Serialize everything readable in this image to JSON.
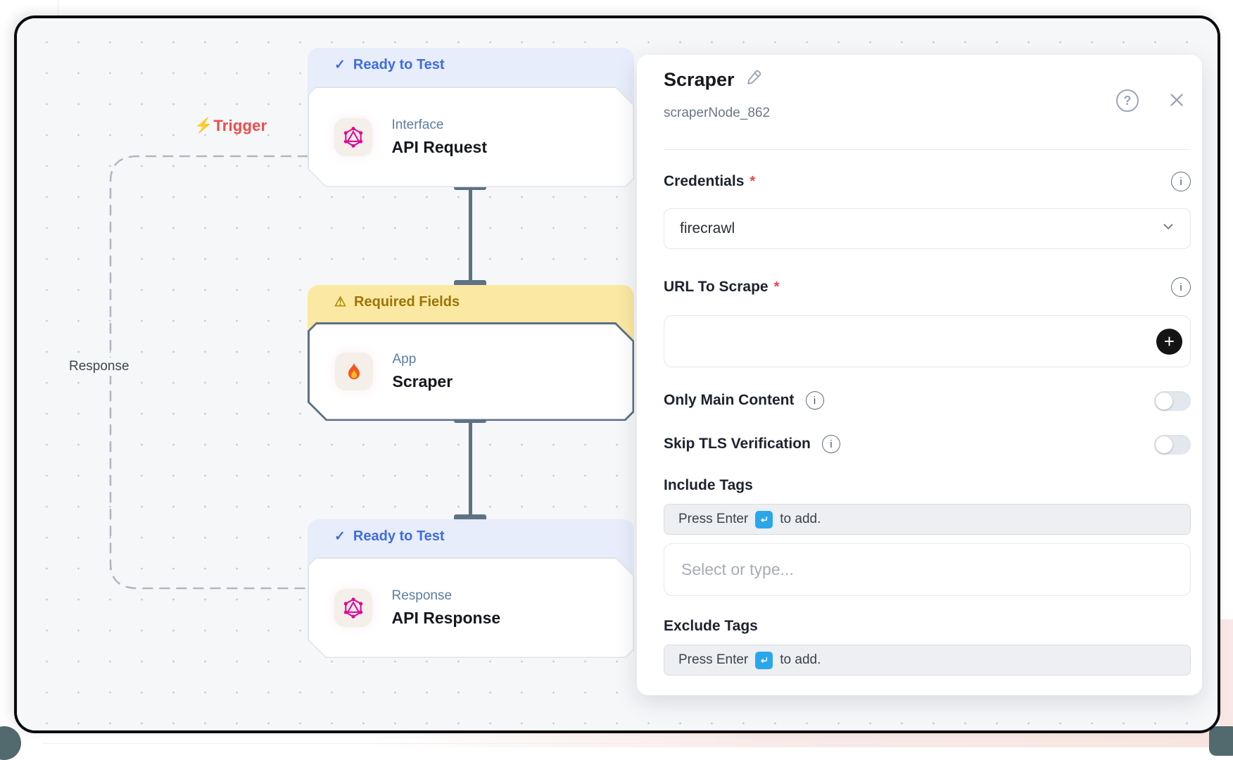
{
  "icons": {
    "check": "✓",
    "warning": "⚠",
    "bolt": "⚡",
    "help": "?",
    "info": "i",
    "plus": "+",
    "required_mark": "*"
  },
  "colors": {
    "badge_ready_bg": "#e8edfb",
    "badge_ready_text": "#3d6ce2",
    "badge_warning_bg": "#fbe8a2",
    "badge_warning_text": "#9c7408",
    "trigger_red": "#ee4c4b",
    "trigger_bolt_orange": "#f4661f",
    "connector_slate": "#5d7286",
    "enter_key_blue": "#2aa7ea",
    "selected_node_border": "#5b7086",
    "graphql_pink": "#e10098",
    "canvas_bg": "#f6f7f9"
  },
  "canvas": {
    "trigger_label": "Trigger",
    "response_label": "Response",
    "nodes": [
      {
        "badge": "Ready to Test",
        "category": "Interface",
        "title": "API Request",
        "icon": "graphql-icon"
      },
      {
        "badge": "Required Fields",
        "category": "App",
        "title": "Scraper",
        "icon": "flame-icon",
        "selected": true
      },
      {
        "badge": "Ready to Test",
        "category": "Response",
        "title": "API Response",
        "icon": "graphql-icon"
      }
    ]
  },
  "panel": {
    "title": "Scraper",
    "node_id": "scraperNode_862",
    "credentials_label": "Credentials",
    "credentials_value": "firecrawl",
    "url_label": "URL To Scrape",
    "url_value": "",
    "only_main_content_label": "Only Main Content",
    "only_main_content_enabled": false,
    "skip_tls_label": "Skip TLS Verification",
    "skip_tls_enabled": false,
    "include_tags_label": "Include Tags",
    "press_enter_prefix": "Press Enter",
    "press_enter_suffix": "to add.",
    "tags_placeholder": "Select or type...",
    "exclude_tags_label": "Exclude Tags"
  }
}
